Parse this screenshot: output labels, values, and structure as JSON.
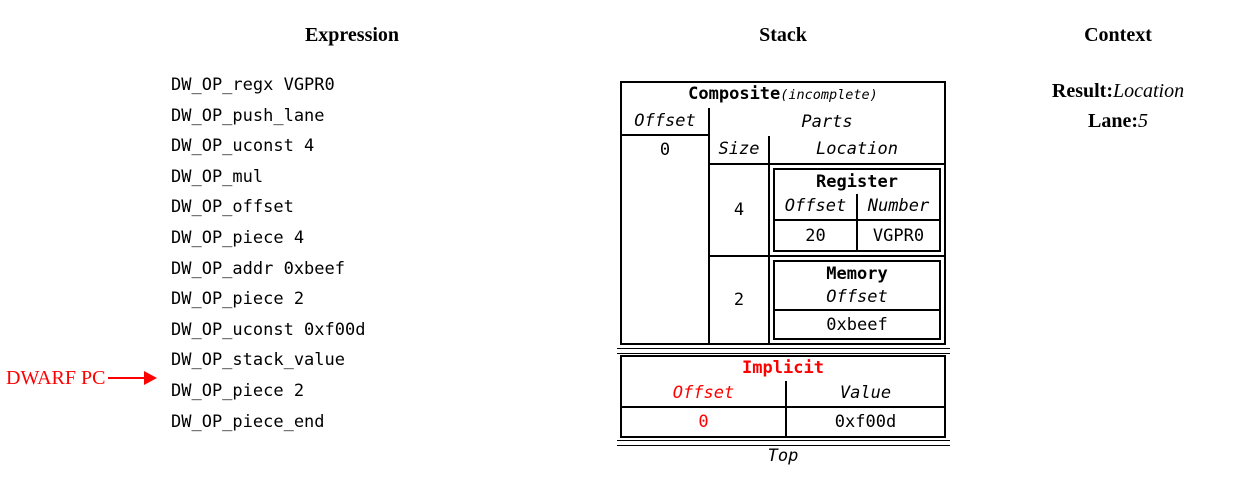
{
  "colors": {
    "accent_red": "#ff0000",
    "text": "#000000",
    "background": "#ffffff"
  },
  "expression": {
    "title": "Expression",
    "ops": [
      "DW_OP_regx VGPR0",
      "DW_OP_push_lane",
      "DW_OP_uconst 4",
      "DW_OP_mul",
      "DW_OP_offset",
      "DW_OP_piece 4",
      "DW_OP_addr 0xbeef",
      "DW_OP_piece 2",
      "DW_OP_uconst 0xf00d",
      "DW_OP_stack_value",
      "DW_OP_piece 2",
      "DW_OP_piece_end"
    ],
    "pc_label": "DWARF PC",
    "pc_points_to_index": 10
  },
  "stack": {
    "title": "Stack",
    "composite": {
      "title": "Composite",
      "qualifier": "(incomplete)",
      "offset_header": "Offset",
      "offset_value": "0",
      "parts_header": "Parts",
      "size_header": "Size",
      "location_header": "Location",
      "parts": [
        {
          "size": "4",
          "location": {
            "type": "Register",
            "title": "Register",
            "col1_header": "Offset",
            "col2_header": "Number",
            "col1_value": "20",
            "col2_value": "VGPR0"
          }
        },
        {
          "size": "2",
          "location": {
            "type": "Memory",
            "title": "Memory",
            "col1_header": "Offset",
            "col1_value": "0xbeef"
          }
        }
      ]
    },
    "implicit": {
      "title": "Implicit",
      "offset_header": "Offset",
      "value_header": "Value",
      "offset_value": "0",
      "value": "0xf00d"
    },
    "top_label": "Top"
  },
  "context": {
    "title": "Context",
    "result_label": "Result:",
    "result_value": "Location",
    "lane_label": "Lane:",
    "lane_value": "5"
  }
}
